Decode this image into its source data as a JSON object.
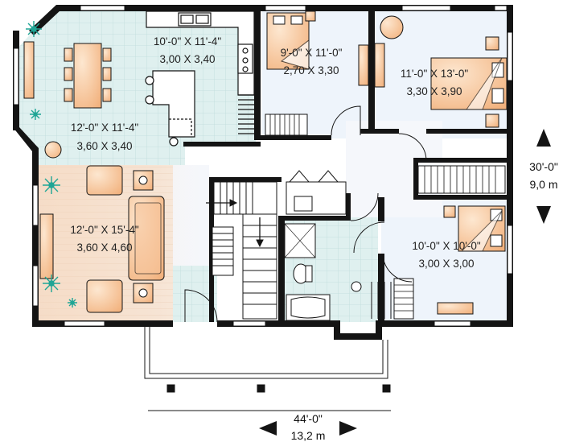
{
  "rooms": {
    "kitchen": {
      "imperial": "10'-0\" X 11'-4\"",
      "metric": "3,00 X 3,40"
    },
    "dining": {
      "imperial": "12'-0\" X 11'-4\"",
      "metric": "3,60 X 3,40"
    },
    "living": {
      "imperial": "12'-0\" X 15'-4\"",
      "metric": "3,60 X 4,60"
    },
    "bedroom_small": {
      "imperial": "9'-0\" X 11'-0\"",
      "metric": "2,70 X 3,30"
    },
    "bedroom_master": {
      "imperial": "11'-0\" X 13'-0\"",
      "metric": "3,30 X 3,90"
    },
    "bedroom_third": {
      "imperial": "10'-0\" X 10'-0\"",
      "metric": "3,00 X 3,00"
    }
  },
  "overall": {
    "depth_imperial": "30'-0\"",
    "depth_metric": "9,0 m",
    "width_imperial": "44'-0\"",
    "width_metric": "13,2 m"
  },
  "colors": {
    "wall": "#141414",
    "tile": "#dcefee",
    "floor": "#f1f6f8",
    "wood": "#f7ddc6",
    "furniture": "#f7c49a",
    "plant": "#1fa595"
  }
}
